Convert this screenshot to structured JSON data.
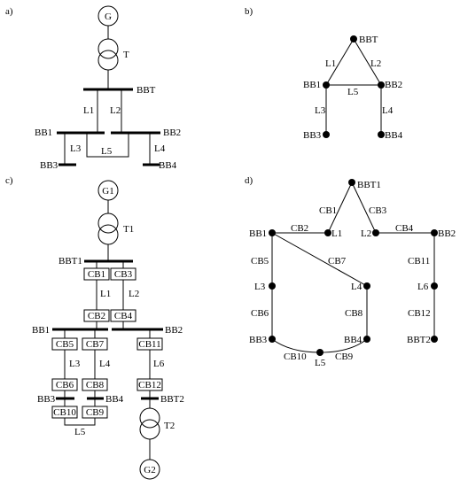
{
  "panels": {
    "a": {
      "tag": "a)",
      "G": "G",
      "T": "T",
      "BBT": "BBT",
      "L1": "L1",
      "L2": "L2",
      "L3": "L3",
      "L4": "L4",
      "L5": "L5",
      "BB1": "BB1",
      "BB2": "BB2",
      "BB3": "BB3",
      "BB4": "BB4"
    },
    "b": {
      "tag": "b)",
      "BBT": "BBT",
      "L1": "L1",
      "L2": "L2",
      "L3": "L3",
      "L4": "L4",
      "L5": "L5",
      "BB1": "BB1",
      "BB2": "BB2",
      "BB3": "BB3",
      "BB4": "BB4"
    },
    "c": {
      "tag": "c)",
      "G1": "G1",
      "T1": "T1",
      "BBT1": "BBT1",
      "CB1": "CB1",
      "CB2": "CB2",
      "CB3": "CB3",
      "CB4": "CB4",
      "CB5": "CB5",
      "CB6": "CB6",
      "CB7": "CB7",
      "CB8": "CB8",
      "CB9": "CB9",
      "CB10": "CB10",
      "CB11": "CB11",
      "CB12": "CB12",
      "L1": "L1",
      "L2": "L2",
      "L3": "L3",
      "L4": "L4",
      "L5": "L5",
      "L6": "L6",
      "BB1": "BB1",
      "BB2": "BB2",
      "BB3": "BB3",
      "BB4": "BB4",
      "BBT2": "BBT2",
      "T2": "T2",
      "G2": "G2"
    },
    "d": {
      "tag": "d)",
      "BBT1": "BBT1",
      "CB1": "CB1",
      "CB2": "CB2",
      "CB3": "CB3",
      "CB4": "CB4",
      "CB5": "CB5",
      "CB6": "CB6",
      "CB7": "CB7",
      "CB8": "CB8",
      "CB9": "CB9",
      "CB10": "CB10",
      "CB11": "CB11",
      "CB12": "CB12",
      "L1": "L1",
      "L2": "L2",
      "L3": "L3",
      "L4": "L4",
      "L5": "L5",
      "L6": "L6",
      "BB1": "BB1",
      "BB2": "BB2",
      "BB3": "BB3",
      "BB4": "BB4",
      "BBT2": "BBT2"
    }
  }
}
